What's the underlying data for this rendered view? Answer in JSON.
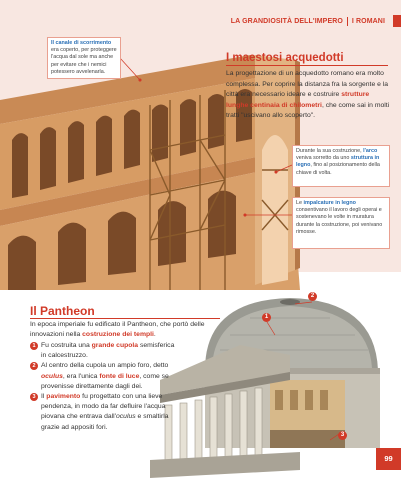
{
  "header": {
    "chapter": "LA GRANDIOSITÀ DELL'IMPERO",
    "section": "I ROMANI"
  },
  "aqueduct": {
    "title": "I maestosi acquedotti",
    "text_parts": [
      "La progettazione di un acquedotto romano era molto complessa. Per coprire la distanza fra la sorgente e la città era necessario ideare e costruire ",
      "strutture lunghe centinaia di chilometri",
      ", che come sai in molti tratti \"uscivano allo scoperto\"."
    ]
  },
  "notes": {
    "canal": {
      "term": "Il canale di scorrimento",
      "text": " era coperto, per proteggere l'acqua dal sole ma anche per evitare che i nemici potessero avvelenarla."
    },
    "arch": {
      "text_a": "Durante la sua costruzione, ",
      "term_a": "l'arco",
      "text_b": " veniva sorretto da uno ",
      "term_b": "struttura in legno",
      "text_c": ", fino al posizionamento della chiave di volta."
    },
    "scaffold": {
      "text_a": "Le ",
      "term": "impalcature in legno",
      "text_b": " consentivano il lavoro degli operai e sostenevano le volte in muratura durante la costruzione, poi venivano rimosse."
    }
  },
  "pantheon": {
    "title": "Il Pantheon",
    "intro_a": "In epoca imperiale fu edificato il Pantheon, che portò delle innovazioni nella ",
    "intro_hl": "costruzione dei templi",
    "intro_b": ".",
    "items": [
      {
        "num": "1",
        "a": "Fu costruita una ",
        "hl": "grande cupola",
        "b": " semisferica in calcestruzzo."
      },
      {
        "num": "2",
        "a": "Al centro della cupola un ampio foro, detto ",
        "hl": "oculus",
        "b": ", era l'unica ",
        "hl2": "fonte di luce",
        "c": ", come se provenisse direttamente dagli dei."
      },
      {
        "num": "3",
        "a": "Il ",
        "hl": "pavimento",
        "b": " fu progettato con una lieve pendenza, in modo da far defluire l'acqua piovana che entrava dall'",
        "it": "oculus",
        "c": " e smaltirla grazie ad appositi fori."
      }
    ],
    "badges": [
      "1",
      "2",
      "3"
    ]
  },
  "page_number": "99",
  "colors": {
    "accent": "#d13a28",
    "pink_bg": "#f8e7e1",
    "note_blue": "#2a6fb5"
  }
}
